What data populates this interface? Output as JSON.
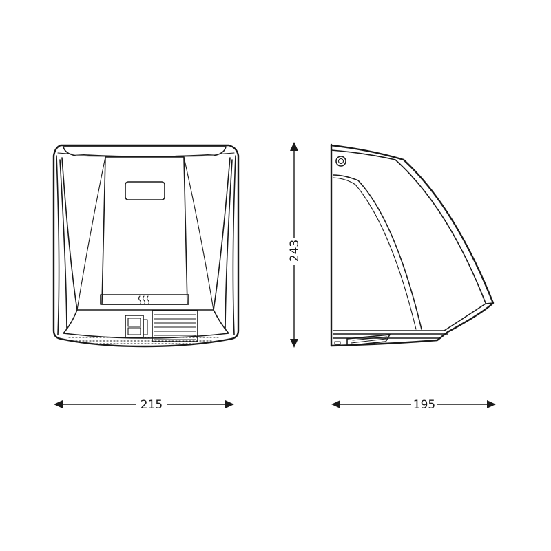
{
  "dimensions": {
    "front_width": {
      "value": "215"
    },
    "height": {
      "value": "243"
    },
    "side_depth": {
      "value": "195"
    }
  },
  "colors": {
    "line": "#1a1a1a",
    "background": "#ffffff"
  }
}
